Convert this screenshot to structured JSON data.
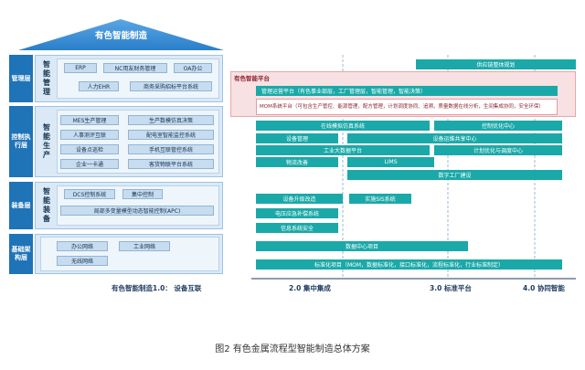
{
  "left": {
    "title": "有色智能制造",
    "layers": [
      "管理层",
      "控制执行层",
      "装备层",
      "基础架构层"
    ],
    "sections": [
      "智能管理",
      "智能生产",
      "智能装备"
    ],
    "manage": [
      "ERP",
      "NC用友财务管理",
      "OA办公",
      "人力EHR",
      "商务采购招标平台系统"
    ],
    "produce": [
      "MES生产管理",
      "生产数模仿真决策",
      "人事测评互联",
      "配电室智能监控系统",
      "设备点巡检",
      "手机互联管控系统",
      "企业一卡通",
      "客货物联平台系统"
    ],
    "equip": [
      "DCS控制系统",
      "集中控制",
      "局部多变量模型动态智能控制(APC)"
    ],
    "infra": [
      "办公网络",
      "工业网络",
      "无线网络"
    ]
  },
  "right": {
    "bars": {
      "b1": "供应链整体规划",
      "b2": "有色智能平台",
      "b3": "管理运营平台（有色事业部层，工厂管理层，智能管理，智能决策）",
      "b4": "MOM系统平台（可包含生产管控、能源管理，配方管理，计划调度协同、追溯，质量数据在线分析，生间集成协同，安全环保）",
      "b5": "在线模拟仿真系统",
      "b6": "控制优化中心",
      "b7": "设备管理",
      "b8": "设备运维共享中心",
      "b9": "工业大数据平台",
      "b10": "计划优化与调度中心",
      "b11": "物流改善",
      "b12": "LIMS",
      "b13": "数字工厂建设",
      "b14": "设备升级改造",
      "b15": "实施SIS系统",
      "b16": "电压应急补偿系统",
      "b17": "信息系统安全",
      "b18": "数据中心项目",
      "b19": "标准化项目（MOM，数据标准化，接口标准化，流程标准化，行业标准制定）"
    },
    "milestones": [
      "有色智能制造1.0： 设备互联",
      "2.0 集中集成",
      "3.0 标准平台",
      "4.0 协同智能"
    ]
  },
  "caption": "图2 有色金属流程型智能制造总体方案"
}
